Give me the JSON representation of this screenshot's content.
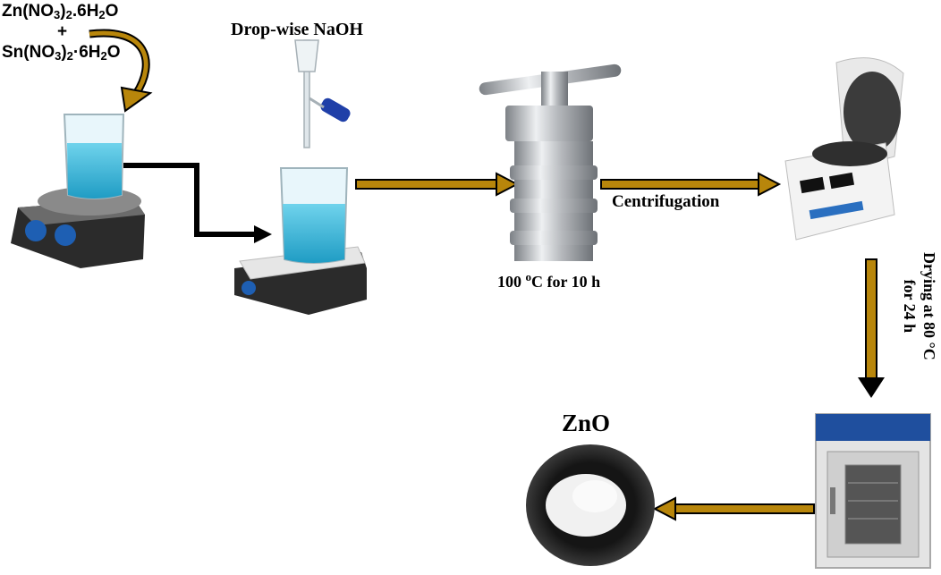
{
  "reagents": {
    "zn_prefix": "Zn(NO",
    "zn_sub1": "3",
    "zn_mid": ")",
    "zn_sub2": "2",
    "zn_tail": ".6H",
    "zn_sub3": "2",
    "zn_end": "O",
    "plus": "+",
    "sn_prefix": "Sn(NO",
    "sn_sub1": "3",
    "sn_mid": ")",
    "sn_sub2": "2",
    "sn_tail": "·6H",
    "sn_sub3": "2",
    "sn_end": "O"
  },
  "dropwise_label": "Drop-wise NaOH",
  "autoclave_label": {
    "pre": "100 ",
    "sup": "o",
    "post": "C for 10 h"
  },
  "centrifugation_label": "Centrifugation",
  "drying_label": {
    "line1": "Drying at 80 °C",
    "line2": "for 24 h"
  },
  "product_label": "ZnO",
  "colors": {
    "arrow_gold": "#B8860B",
    "arrow_black": "#000000",
    "solution_blue": "#3BB8D8",
    "steel": "#B9BCC0"
  }
}
